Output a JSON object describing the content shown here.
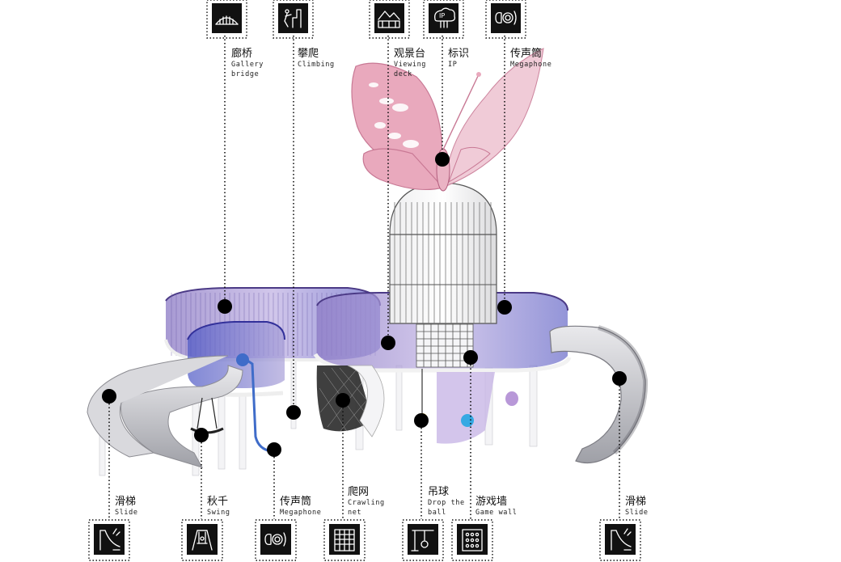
{
  "top_labels": [
    {
      "zh": "廊桥",
      "en1": "Gallery",
      "en2": "bridge",
      "icon": "gallery-bridge-icon"
    },
    {
      "zh": "攀爬",
      "en1": "Climbing",
      "en2": "",
      "icon": "climbing-icon"
    },
    {
      "zh": "观景台",
      "en1": "Viewing",
      "en2": "deck",
      "icon": "viewing-deck-icon"
    },
    {
      "zh": "标识",
      "en1": "IP",
      "en2": "",
      "icon": "ip-sign-icon"
    },
    {
      "zh": "传声筒",
      "en1": "Megaphone",
      "en2": "",
      "icon": "megaphone-icon"
    }
  ],
  "bottom_labels": [
    {
      "zh": "滑梯",
      "en1": "Slide",
      "en2": "",
      "icon": "slide-icon"
    },
    {
      "zh": "秋千",
      "en1": "Swing",
      "en2": "",
      "icon": "swing-icon"
    },
    {
      "zh": "传声筒",
      "en1": "Megaphone",
      "en2": "",
      "icon": "megaphone-icon"
    },
    {
      "zh": "爬网",
      "en1": "Crawling",
      "en2": "net",
      "icon": "crawling-net-icon"
    },
    {
      "zh": "吊球",
      "en1": "Drop the",
      "en2": "ball",
      "icon": "drop-ball-icon"
    },
    {
      "zh": "游戏墙",
      "en1": "Game wall",
      "en2": "",
      "icon": "game-wall-icon"
    },
    {
      "zh": "滑梯",
      "en1": "Slide",
      "en2": "",
      "icon": "slide-icon"
    }
  ],
  "colors": {
    "butterfly_pink": "#e9a9bd",
    "rail_purple": "#8d7fc0",
    "rail_blue": "#5b63c9",
    "slide_grey": "#c7c8cd",
    "ink": "#111111"
  }
}
